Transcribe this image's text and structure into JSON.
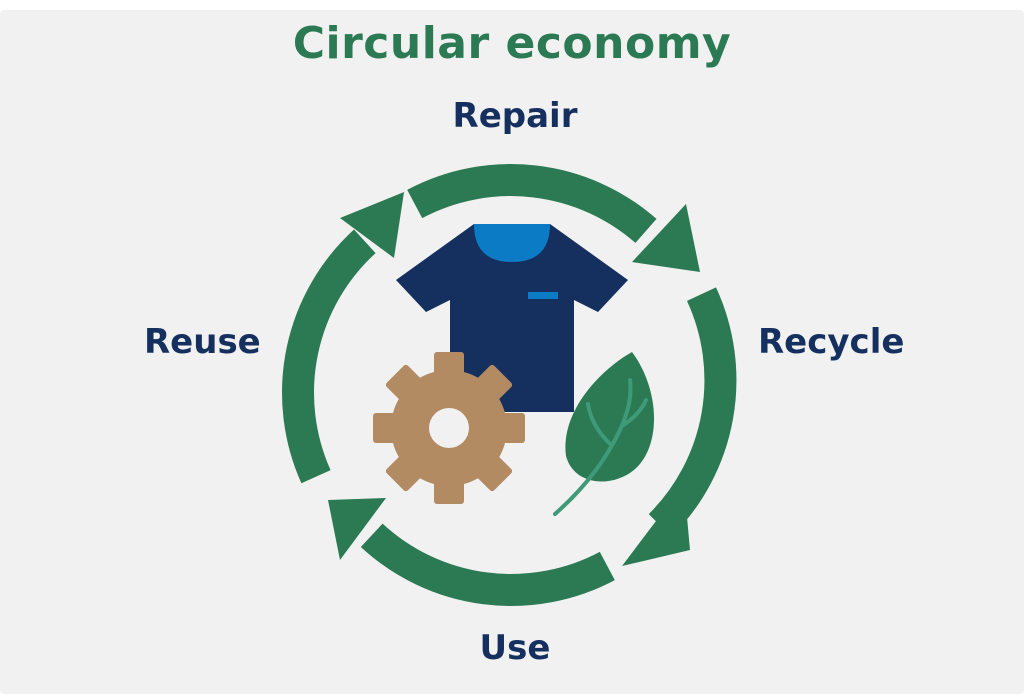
{
  "title": "Circular economy",
  "stages": {
    "top": "Repair",
    "right": "Recycle",
    "bottom": "Use",
    "left": "Reuse"
  },
  "icons": [
    "t-shirt-icon",
    "gear-icon",
    "leaf-icon",
    "circular-arrows-icon"
  ],
  "colors": {
    "title": "#2b7a53",
    "labels": "#15305f",
    "arrows": "#2b7a53",
    "shirt": "#15305f",
    "shirt_collar": "#0c7bc6",
    "gear": "#b38b62",
    "leaf": "#2b7a53",
    "leaf_vein": "#3f9a7a",
    "background": "#f1f1f1"
  }
}
